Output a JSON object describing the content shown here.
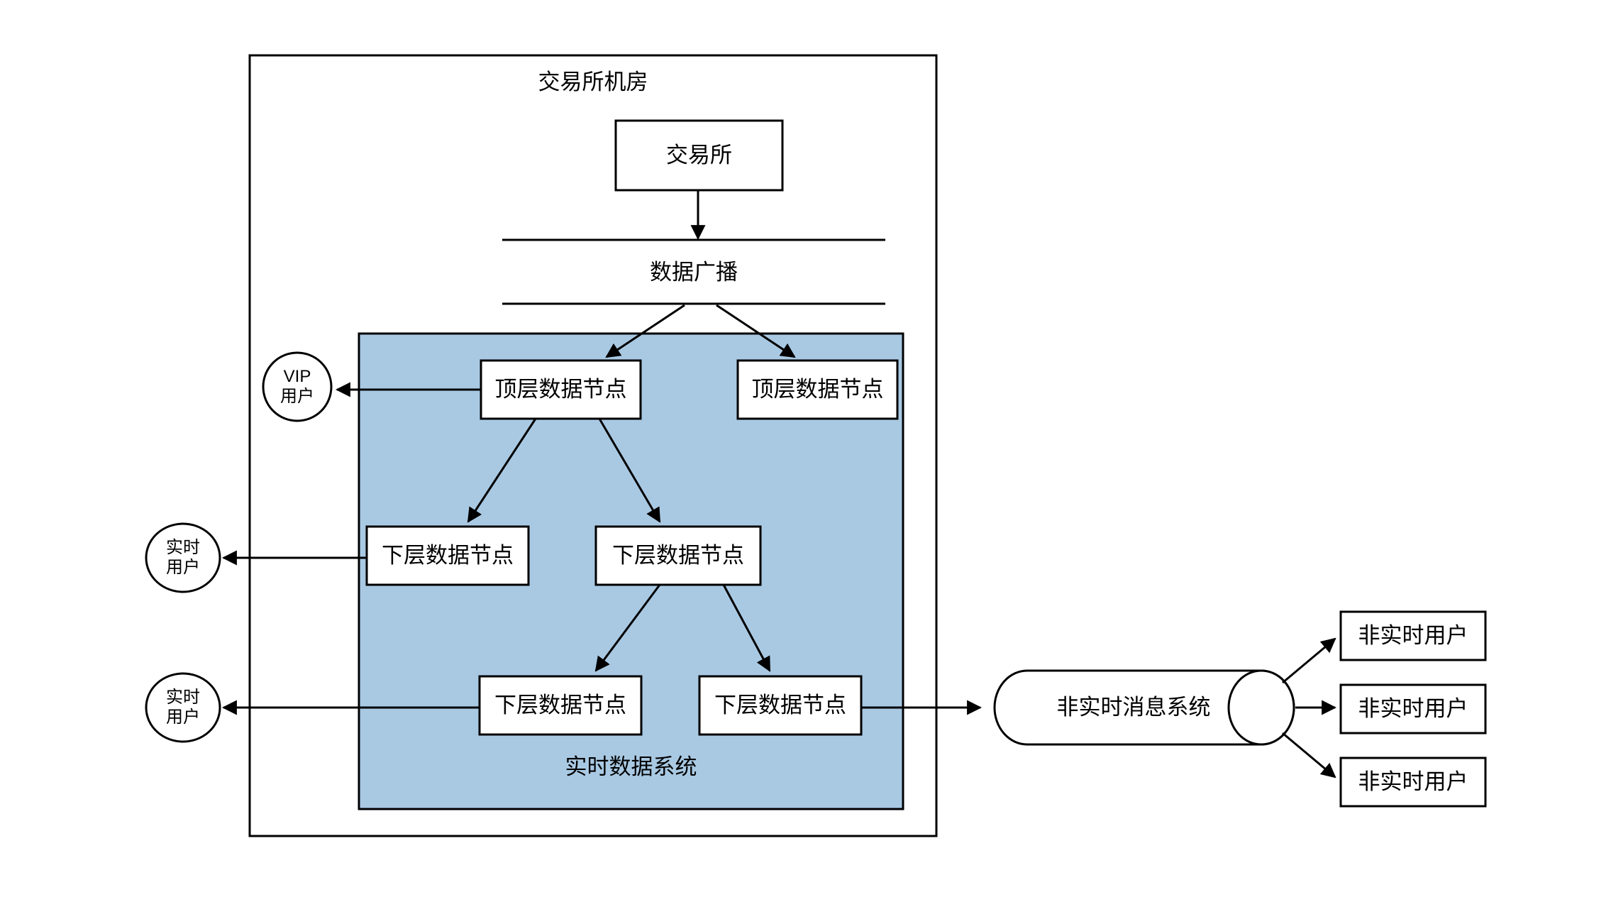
{
  "diagram": {
    "title_text": "交易所机房",
    "colors": {
      "region_fill": "#a9c9e3",
      "stroke": "#000000",
      "box_fill": "#ffffff",
      "page_bg": "#ffffff"
    },
    "outer_container": {
      "label": "交易所机房"
    },
    "exchange_box": {
      "label": "交易所"
    },
    "broadcast_band": {
      "label": "数据广播"
    },
    "realtime_region": {
      "label": "实时数据系统"
    },
    "top_nodes": [
      {
        "label": "顶层数据节点"
      },
      {
        "label": "顶层数据节点"
      }
    ],
    "mid_nodes": [
      {
        "label": "下层数据节点"
      },
      {
        "label": "下层数据节点"
      }
    ],
    "bottom_nodes": [
      {
        "label": "下层数据节点"
      },
      {
        "label": "下层数据节点"
      }
    ],
    "consumers": [
      {
        "label": "VIP\n用户",
        "shape": "circle"
      },
      {
        "label": "实时\n用户",
        "shape": "circle"
      },
      {
        "label": "实时\n用户",
        "shape": "circle"
      }
    ],
    "message_system": {
      "label": "非实时消息系统",
      "shape": "cylinder"
    },
    "offline_users": [
      {
        "label": "非实时用户"
      },
      {
        "label": "非实时用户"
      },
      {
        "label": "非实时用户"
      }
    ]
  }
}
